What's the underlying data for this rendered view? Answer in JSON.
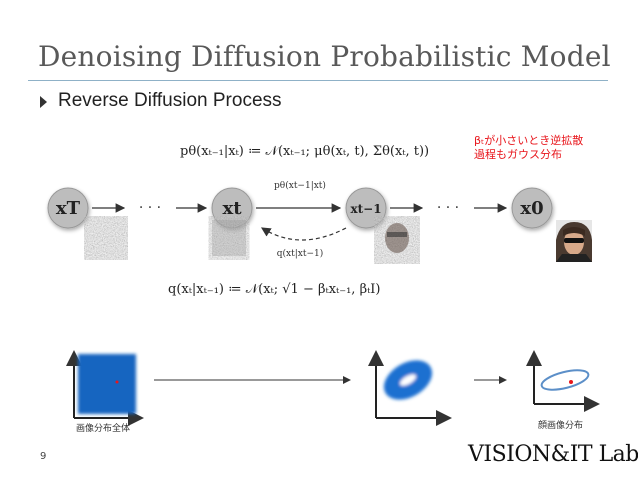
{
  "slide": {
    "title": "Denoising Diffusion Probabilistic Model",
    "bullet": "Reverse Diffusion Process",
    "page_number": "9",
    "logo": "VISION&IT Lab"
  },
  "equations": {
    "reverse": "pθ(xₜ₋₁|xₜ) ≔ 𝒩(xₜ₋₁; μθ(xₜ, t), Σθ(xₜ, t))",
    "forward": "q(xₜ|xₜ₋₁) ≔ 𝒩(xₜ; √1 − βₜxₜ₋₁, βₜI)"
  },
  "note": {
    "line1": "βₜが小さいとき逆拡散",
    "line2": "過程もガウス分布"
  },
  "diagram": {
    "node_xT": "xT",
    "node_xt": "xt",
    "node_xt1": "xt−1",
    "node_x0": "x0",
    "dots_left": "· · ·",
    "dots_right": "· · ·",
    "label_p": "pθ(xt−1|xt)",
    "label_q": "q(xt|xt−1)"
  },
  "bottom": {
    "caption_left": "画像分布全体",
    "caption_right": "顔画像分布"
  },
  "colors": {
    "accent_red": "#e8161c",
    "blob_blue": "#1565c0",
    "node_gray": "#bdbdbd"
  }
}
